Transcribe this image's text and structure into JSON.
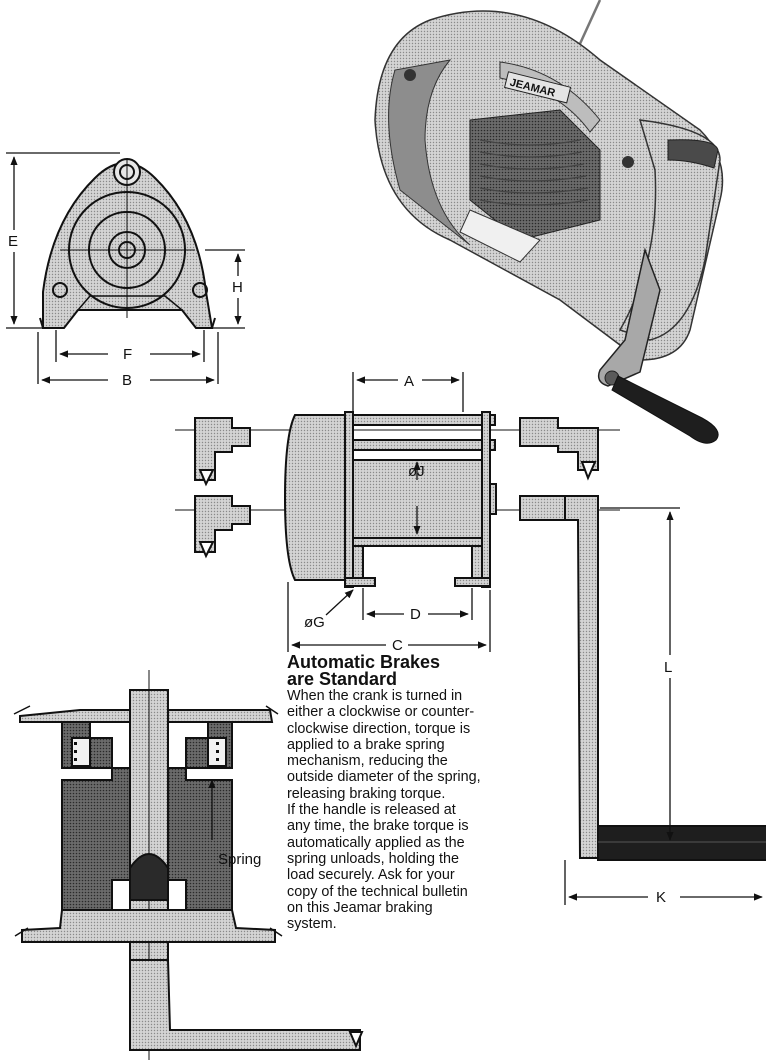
{
  "dimensions": {
    "a": "A",
    "b": "B",
    "c": "C",
    "d": "D",
    "e": "E",
    "f": "F",
    "g": "øG",
    "h": "H",
    "j": "øJ",
    "k": "K",
    "l": "L"
  },
  "brand": {
    "name": "JEAMAR"
  },
  "callout": {
    "spring": "Spring"
  },
  "article": {
    "heading_line1": "Automatic Brakes",
    "heading_line2": "are Standard",
    "lines": [
      "When the crank is turned in",
      "either a clockwise or counter-",
      "clockwise direction, torque is",
      "applied to a brake spring",
      "mechanism, reducing the",
      "outside diameter of the spring,",
      "releasing braking torque.",
      "If the handle is released at",
      "any time, the brake torque is",
      "automatically applied as the",
      "spring unloads, holding the",
      "load securely.  Ask for your",
      "copy of the technical bulletin",
      "on this Jeamar braking",
      "system."
    ]
  },
  "colors": {
    "ink": "#111111",
    "shade": "#c9c9c9",
    "mid": "#9a9a9a",
    "dark": "#555555",
    "handle": "#1e1e1e"
  }
}
